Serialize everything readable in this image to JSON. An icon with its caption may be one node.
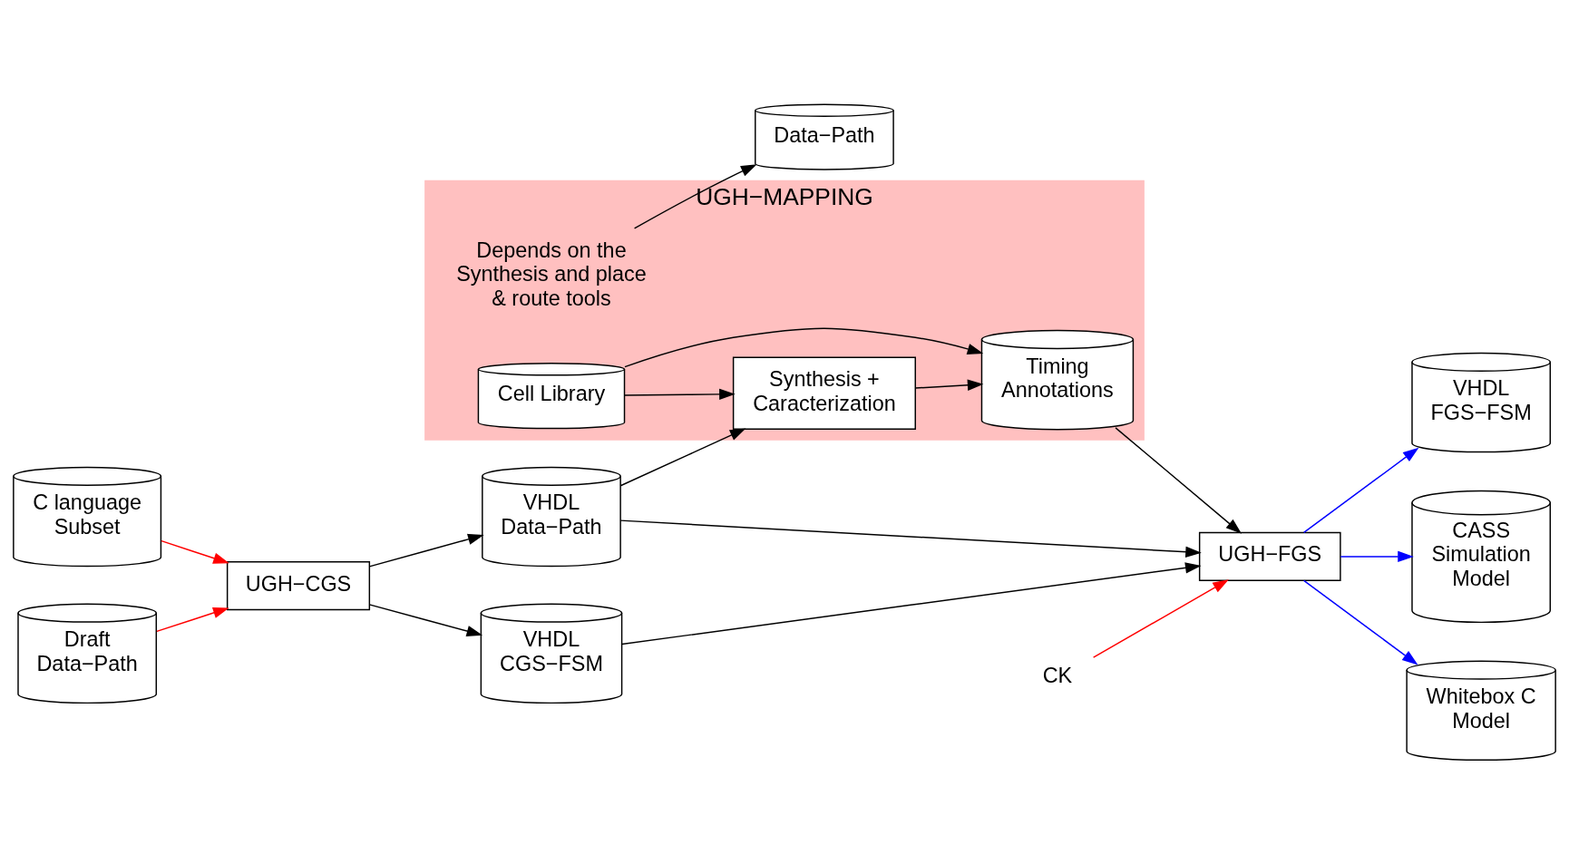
{
  "diagram": {
    "nodes": [
      {
        "text": [
          "UGH−MAPPING"
        ]
      },
      {
        "text": [
          "Cell Library"
        ],
        "in": 0
      },
      {
        "text": [
          "Depends on the Synthesis and place & route tools"
        ],
        "in": 0
      },
      {
        "text": [
          "Synthesis + Caracterization"
        ],
        "in": 0
      },
      {
        "text": [
          "Timing Annotations"
        ],
        "in": 0
      },
      {
        "text": [
          "C language Subset"
        ]
      },
      {
        "text": [
          "Draft Data−Path"
        ]
      },
      {
        "text": [
          "Data−Path"
        ]
      },
      {
        "text": [
          "UGH−CGS"
        ]
      },
      {
        "text": [
          "VHDL Data−Path"
        ]
      },
      {
        "text": [
          "VHDL FGS−FSM"
        ]
      },
      {
        "text": [
          "CK"
        ]
      },
      {
        "text": [
          "UGH−FGS"
        ]
      },
      {
        "text": [
          "VHDL CGS−FSM"
        ]
      },
      {
        "text": [
          "CASS Simulation Model"
        ]
      },
      {
        "text": [
          "Whitebox C Model"
        ]
      }
    ],
    "edges": [
      {
        "from": 1,
        "to": 3,
        "arrow": "to"
      },
      {
        "from": 1,
        "to": 4,
        "arrow": "to"
      },
      {
        "from": 3,
        "to": 4,
        "arrow": "to"
      },
      {
        "from": 2,
        "to": 7,
        "arrow": "to"
      },
      {
        "from": 4,
        "to": 12,
        "arrow": "to"
      },
      {
        "from": 5,
        "to": 8,
        "arrow": "to",
        "color": "#ff0000"
      },
      {
        "from": 6,
        "to": 8,
        "arrow": "to",
        "color": "#ff0000"
      },
      {
        "from": 8,
        "to": 9,
        "arrow": "to"
      },
      {
        "from": 8,
        "to": 13,
        "arrow": "to"
      },
      {
        "from": 9,
        "to": 12,
        "arrow": "to"
      },
      {
        "from": 9,
        "to": 3,
        "arrow": "to"
      },
      {
        "from": 13,
        "to": 12,
        "arrow": "to"
      },
      {
        "from": 11,
        "to": 12,
        "arrow": "to",
        "color": "#ff0000"
      },
      {
        "from": 12,
        "to": 10,
        "arrow": "to",
        "color": "#0000ff"
      },
      {
        "from": 12,
        "to": 14,
        "arrow": "to",
        "color": "#0000ff"
      },
      {
        "from": 12,
        "to": 15,
        "arrow": "to",
        "color": "#0000ff"
      }
    ]
  }
}
